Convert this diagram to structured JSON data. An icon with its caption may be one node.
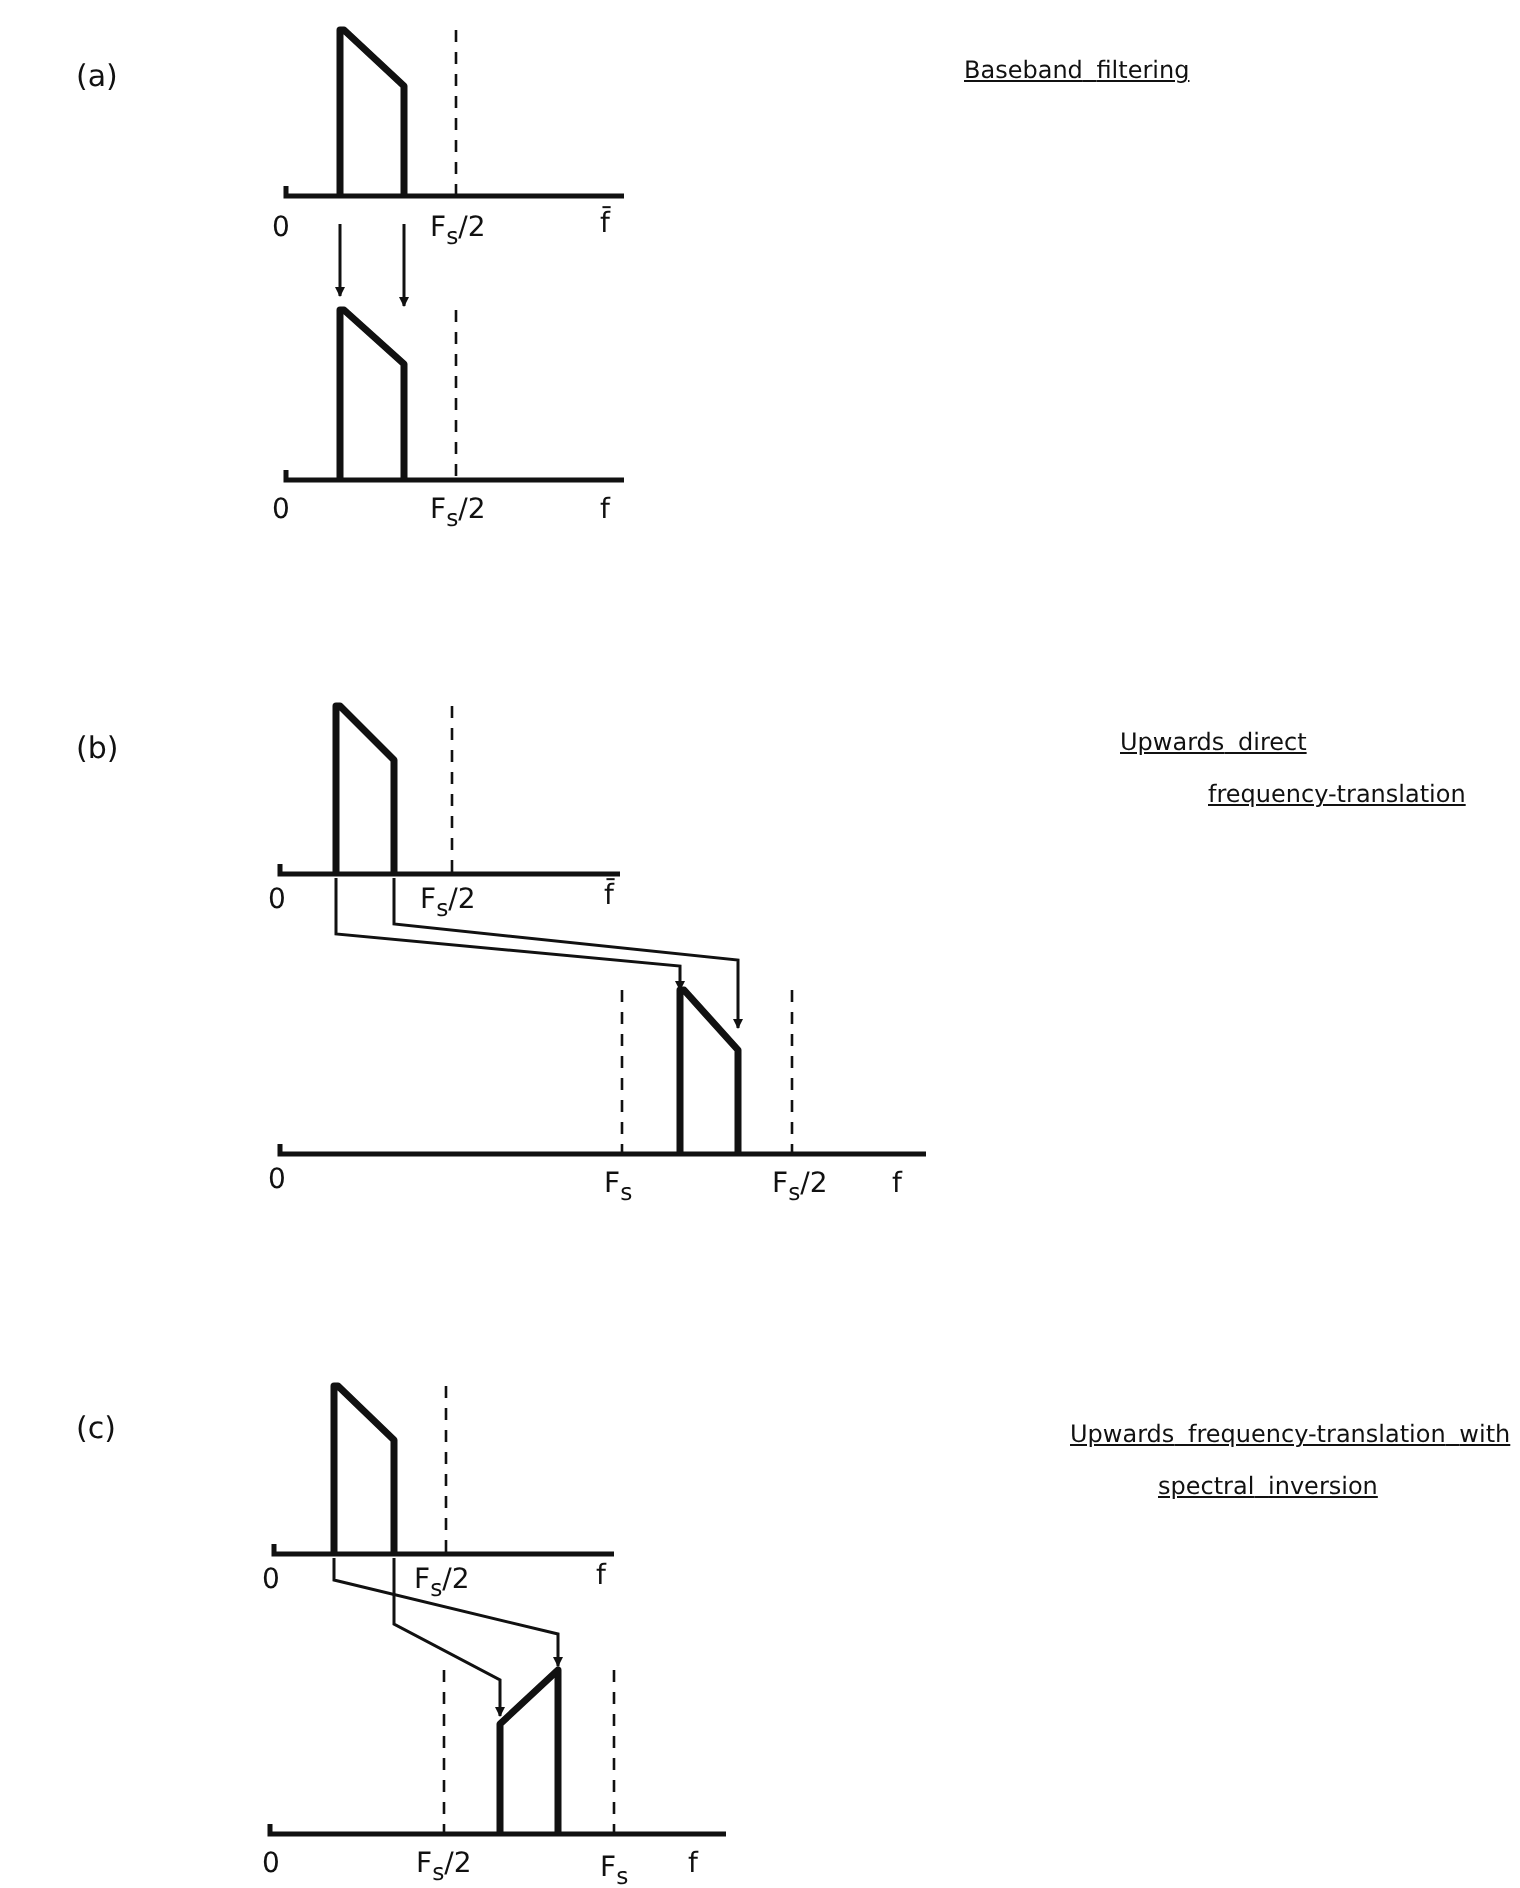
{
  "diagram": {
    "nodes": [
      {
        "text": [],
        "shape": "box"
      },
      {
        "text": [],
        "shape": "box"
      },
      {
        "text": [],
        "shape": "box"
      },
      {
        "text": [],
        "shape": "box"
      },
      {
        "text": [],
        "shape": "box"
      },
      {
        "text": [],
        "shape": "box"
      }
    ],
    "edges": [
      {
        "from": 0,
        "to": 1,
        "arrow": "to"
      },
      {
        "from": 0,
        "to": 1,
        "arrow": "to"
      },
      {
        "from": 2,
        "to": 3,
        "arrow": "to"
      },
      {
        "from": 2,
        "to": 3,
        "arrow": "to"
      },
      {
        "from": 4,
        "to": 5,
        "arrow": "to"
      },
      {
        "from": 4,
        "to": 5,
        "arrow": "to"
      }
    ],
    "labels": [
      "(a)",
      "0",
      "F$_{s}$/2",
      "f̄",
      "Baseband filtering",
      "0",
      "F$_{s}$/2",
      "f",
      "(b)",
      "Upwards direct frequency-translation",
      "0",
      "F$_{s}$/2",
      "f̄",
      "0",
      "F$_{s}$",
      "F$_{s}$/2",
      "f",
      "(c)",
      "Upwards frequency-translation with spectral inversion",
      "0",
      "F$_{s}$/2",
      "f",
      "0",
      "F$_{s}$/2",
      "F$_{s}$",
      "f"
    ]
  }
}
